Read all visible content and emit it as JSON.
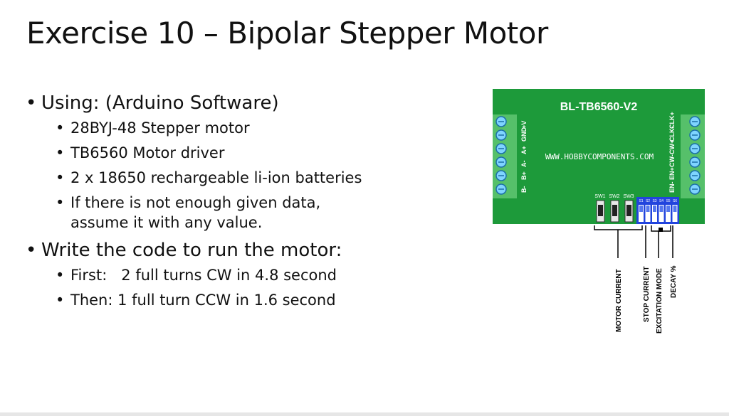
{
  "slide": {
    "title": "Exercise 10 – Bipolar Stepper Motor",
    "bullets": [
      {
        "text": "Using: (Arduino Software)",
        "sub": [
          "28BYJ-48 Stepper motor",
          "TB6560 Motor driver",
          "2 x 18650 rechargeable li-ion batteries",
          "If there is not enough given data,",
          "assume it with any value."
        ]
      },
      {
        "text": "Write the code to run the motor:",
        "sub": [
          "First:   2 full turns CW in 4.8 second",
          "Then: 1 full turn CCW in 1.6 second"
        ]
      }
    ]
  },
  "board": {
    "name": "BL-TB6560-V2",
    "website": "WWW.HOBBYCOMPONENTS.COM",
    "left_pins": [
      "B-",
      "B+",
      "A-",
      "A+",
      "GND",
      "+V"
    ],
    "right_pins": [
      "EN-",
      "EN+",
      "CW-",
      "CW+",
      "CLK-",
      "CLK+"
    ],
    "switches": [
      "SW1",
      "SW2",
      "SW3"
    ],
    "dip_labels": [
      "S1",
      "S2",
      "S3",
      "S4",
      "S5",
      "S6"
    ],
    "callouts": [
      "MOTOR CURRENT",
      "STOP CURRENT",
      "EXCITATION MODE",
      "DECAY %"
    ],
    "colors": {
      "board": "#1d9a3a",
      "terminal": "#56c06a",
      "dip": "#2244dd"
    }
  }
}
